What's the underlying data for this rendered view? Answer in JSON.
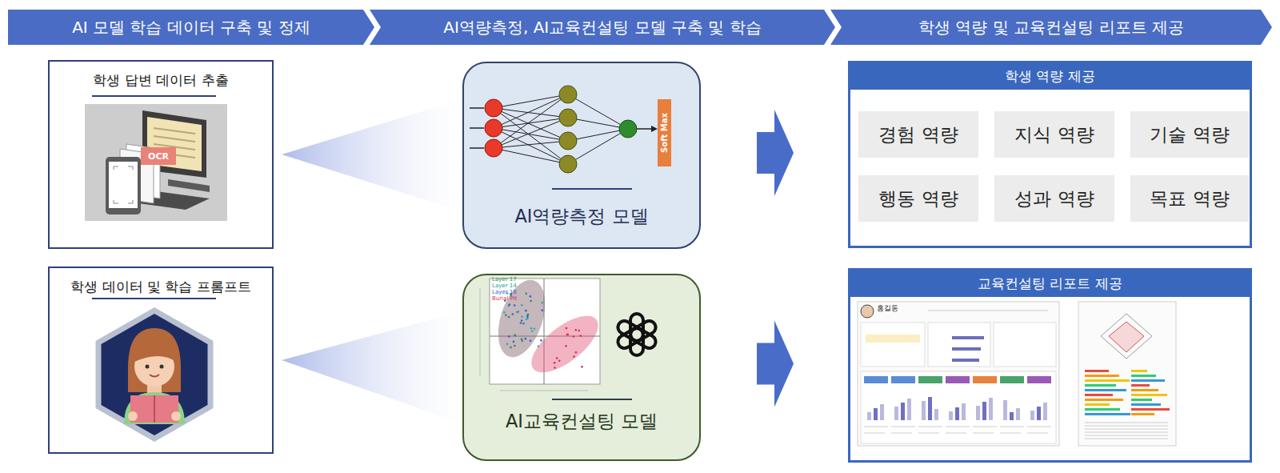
{
  "diagram": {
    "nodes": [
      {
        "text": [
          "AI 모델 학습 데이터 구축 및 정제"
        ]
      },
      {
        "text": [
          "AI역량측정, AI교육컨설팅 모델 구축 및 학습"
        ]
      },
      {
        "text": [
          "학생 역량 및 교육컨설팅 리포트 제공"
        ]
      },
      {
        "text": [
          "학생 답변 데이터 추출"
        ]
      },
      {
        "text": [
          "AI역량측정 모델"
        ]
      },
      {
        "text": [
          "학생 역량 제공"
        ]
      },
      {
        "text": [
          "경험 역량"
        ],
        "in": 5
      },
      {
        "text": [
          "지식 역량"
        ],
        "in": 5
      },
      {
        "text": [
          "기술 역량"
        ],
        "in": 5
      },
      {
        "text": [
          "행동 역량"
        ],
        "in": 5
      },
      {
        "text": [
          "성과 역량"
        ],
        "in": 5
      },
      {
        "text": [
          "목표 역량"
        ],
        "in": 5
      },
      {
        "text": [
          "학생 데이터 및 학습 프롬프트"
        ]
      },
      {
        "text": [
          "AI교육컨설팅 모델"
        ]
      },
      {
        "text": [
          "교육컨설팅 리포트 제공"
        ]
      }
    ],
    "edges": [
      {
        "from": 3,
        "to": 4,
        "arrow": "none"
      },
      {
        "from": 4,
        "to": 5,
        "arrow": "to"
      },
      {
        "from": 12,
        "to": 13,
        "arrow": "none"
      },
      {
        "from": 13,
        "to": 14,
        "arrow": "to"
      }
    ],
    "labels": [
      "OCR",
      "Soft Max",
      "Layer 17",
      "Layer 14",
      "Layer 18",
      "Burial Pit",
      "홍길동"
    ]
  }
}
